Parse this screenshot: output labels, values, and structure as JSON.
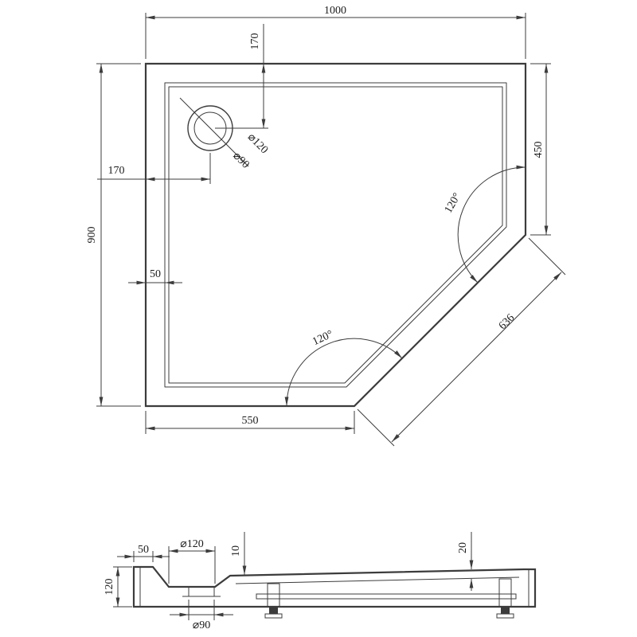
{
  "plan": {
    "width": "1000",
    "height": "900",
    "right_side": "450",
    "drain_from_top": "170",
    "drain_from_left": "170",
    "wall_thickness": "50",
    "bottom_edge": "550",
    "diagonal_edge": "636",
    "corner_angle_right": "120°",
    "corner_angle_bottom": "120°",
    "drain_outer_dia": "⌀120",
    "drain_inner_dia": "⌀90"
  },
  "section": {
    "rim_width": "50",
    "recess_dia": "⌀120",
    "lip_height": "10",
    "edge_thickness": "20",
    "tray_height": "120",
    "hole_dia": "⌀90"
  },
  "colors": {
    "line": "#3c3c3c",
    "background": "#ffffff"
  }
}
